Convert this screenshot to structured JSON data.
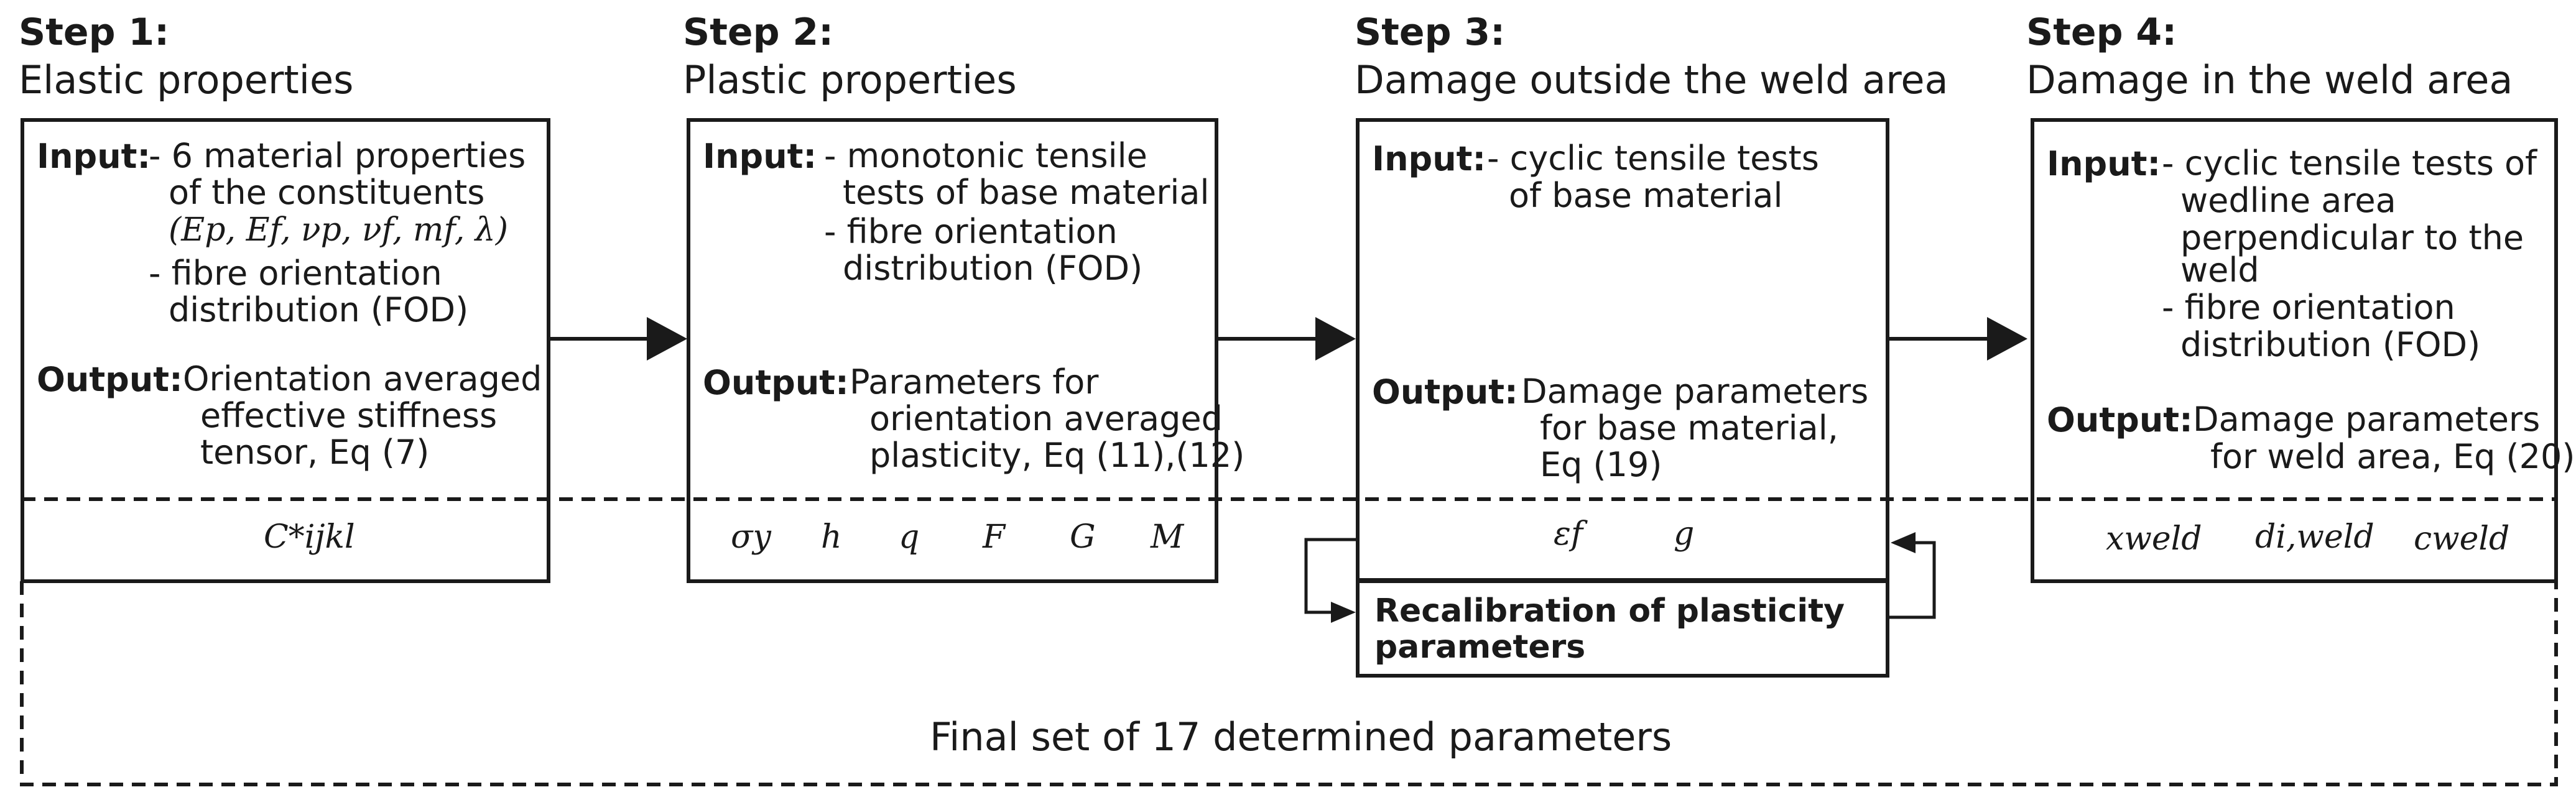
{
  "steps": [
    {
      "title": "Step 1:",
      "subtitle": "Elastic properties",
      "input_label": "Input:",
      "input_lines": [
        "- 6 material properties",
        "of the constituents",
        "(Ep, Ef, νp, νf, mf, λ)",
        "- fibre orientation",
        "distribution (FOD)"
      ],
      "output_label": "Output:",
      "output_lines": [
        "Orientation averaged",
        "effective stiffness",
        "tensor, Eq (7)"
      ],
      "params": [
        "C*ijkl"
      ]
    },
    {
      "title": "Step 2:",
      "subtitle": "Plastic properties",
      "input_label": "Input:",
      "input_lines": [
        "- monotonic tensile",
        "tests of base material",
        "- fibre orientation",
        "distribution (FOD)"
      ],
      "output_label": "Output:",
      "output_lines": [
        "Parameters for",
        "orientation averaged",
        "plasticity, Eq (11),(12)"
      ],
      "params": [
        "σy",
        "h",
        "q",
        "F",
        "G",
        "M"
      ]
    },
    {
      "title": "Step 3:",
      "subtitle": "Damage outside the weld area",
      "input_label": "Input:",
      "input_lines": [
        "- cyclic tensile tests",
        "of base material"
      ],
      "output_label": "Output:",
      "output_lines": [
        "Damage parameters",
        "for base material,",
        "Eq (19)"
      ],
      "params": [
        "εf",
        "g"
      ],
      "recalibration": [
        "Recalibration of plasticity",
        "parameters"
      ]
    },
    {
      "title": "Step 4:",
      "subtitle": "Damage in the weld area",
      "input_label": "Input:",
      "input_lines": [
        "- cyclic tensile tests of",
        "wedline area",
        "perpendicular to the",
        "weld",
        "- fibre orientation",
        "distribution (FOD)"
      ],
      "output_label": "Output:",
      "output_lines": [
        "Damage parameters",
        "for weld area, Eq (20)"
      ],
      "params": [
        "xweld",
        "di,weld",
        "cweld"
      ]
    }
  ],
  "final_label": "Final set of 17 determined parameters"
}
